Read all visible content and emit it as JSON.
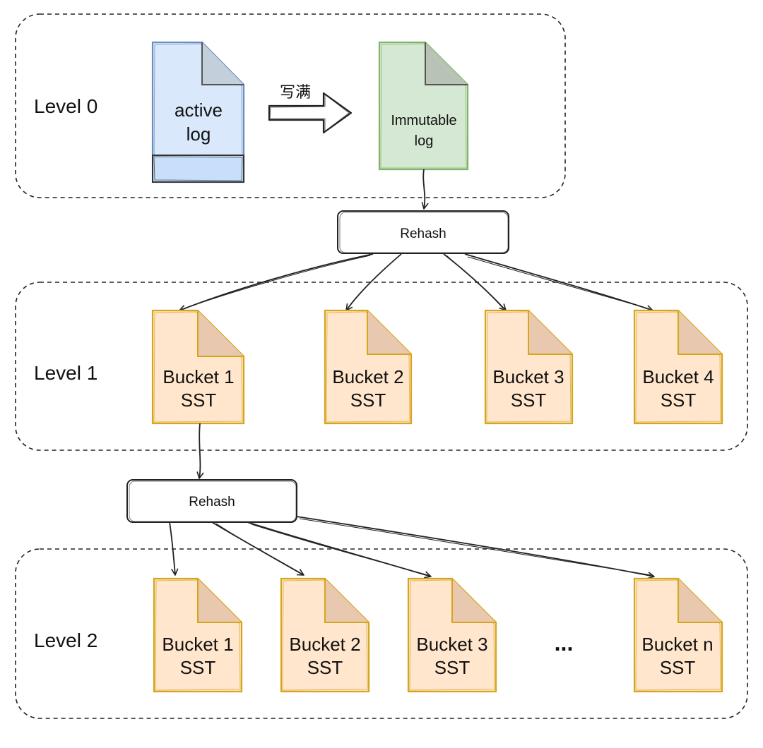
{
  "levels": [
    {
      "label": "Level 0"
    },
    {
      "label": "Level 1"
    },
    {
      "label": "Level 2"
    }
  ],
  "level0": {
    "active_log": [
      "active",
      "log"
    ],
    "arrow_label": "写满",
    "immutable_log": [
      "Immutable",
      "log"
    ]
  },
  "rehash": [
    {
      "label": "Rehash"
    },
    {
      "label": "Rehash"
    }
  ],
  "level1_buckets": [
    {
      "line1": "Bucket 1",
      "line2": "SST"
    },
    {
      "line1": "Bucket 2",
      "line2": "SST"
    },
    {
      "line1": "Bucket 3",
      "line2": "SST"
    },
    {
      "line1": "Bucket 4",
      "line2": "SST"
    }
  ],
  "level2_buckets": [
    {
      "line1": "Bucket 1",
      "line2": "SST"
    },
    {
      "line1": "Bucket 2",
      "line2": "SST"
    },
    {
      "line1": "Bucket 3",
      "line2": "SST"
    },
    {
      "line1": "Bucket n",
      "line2": "SST"
    }
  ],
  "ellipsis": "...",
  "colors": {
    "active_fill": "#dae8fc",
    "active_stroke": "#6c8ebf",
    "active_footer": "#c7dffa",
    "immutable_fill": "#d5e8d4",
    "immutable_stroke": "#82b366",
    "bucket_fill": "#ffe6cc",
    "bucket_stroke": "#d6a51c",
    "line": "#222222"
  }
}
